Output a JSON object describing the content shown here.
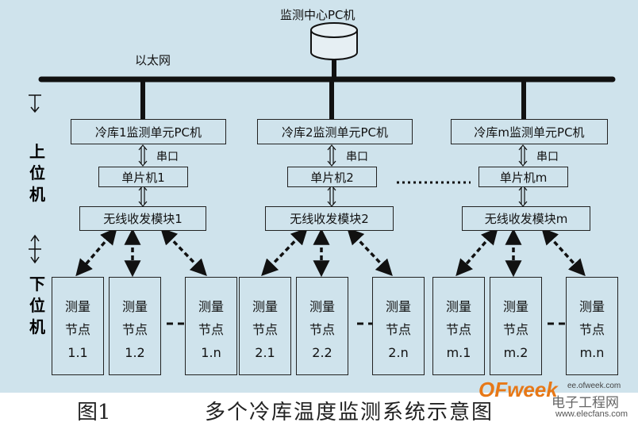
{
  "top": {
    "pc_label": "监测中心PC机",
    "ethernet_label": "以太网"
  },
  "side_labels": {
    "upper": "上\n位\n机",
    "lower": "下\n位\n机"
  },
  "units": [
    {
      "pc": "冷库1监测单元PC机",
      "serial": "串口",
      "mcu": "单片机1",
      "radio": "无线收发模块1",
      "nodes": [
        {
          "l1": "测量",
          "l2": "节点",
          "l3": "1.1"
        },
        {
          "l1": "测量",
          "l2": "节点",
          "l3": "1.2"
        },
        {
          "l1": "测量",
          "l2": "节点",
          "l3": "1.n"
        }
      ]
    },
    {
      "pc": "冷库2监测单元PC机",
      "serial": "串口",
      "mcu": "单片机2",
      "radio": "无线收发模块2",
      "nodes": [
        {
          "l1": "测量",
          "l2": "节点",
          "l3": "2.1"
        },
        {
          "l1": "测量",
          "l2": "节点",
          "l3": "2.2"
        },
        {
          "l1": "测量",
          "l2": "节点",
          "l3": "2.n"
        }
      ]
    },
    {
      "pc": "冷库m监测单元PC机",
      "serial": "串口",
      "mcu": "单片机m",
      "radio": "无线收发模块m",
      "nodes": [
        {
          "l1": "测量",
          "l2": "节点",
          "l3": "m.1"
        },
        {
          "l1": "测量",
          "l2": "节点",
          "l3": "m.2"
        },
        {
          "l1": "测量",
          "l2": "节点",
          "l3": "m.n"
        }
      ]
    }
  ],
  "caption": {
    "figure_no": "图1",
    "title": "多个冷库温度监测系统示意图"
  },
  "watermark": {
    "brand": "OFweek",
    "site": "ee.ofweek.com",
    "cn": "电子工程网",
    "site2": "www.elecfans.com"
  },
  "colors": {
    "background": "#cfe3ec",
    "line": "#111111",
    "brand": "#e77817"
  }
}
